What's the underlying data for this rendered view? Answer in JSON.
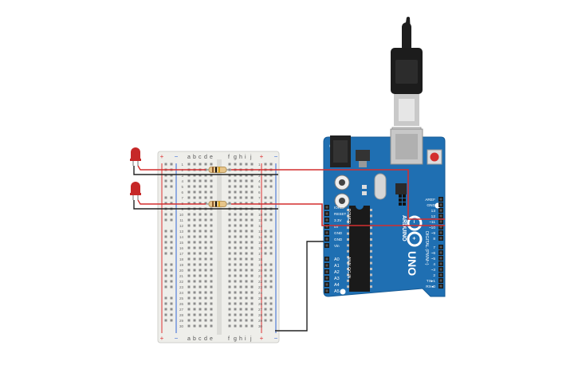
{
  "breadboard": {
    "col_letters_left": [
      "a",
      "b",
      "c",
      "d",
      "e"
    ],
    "col_letters_right": [
      "f",
      "g",
      "h",
      "i",
      "j"
    ],
    "row_count": 30,
    "rail_plus": "+",
    "rail_minus": "−"
  },
  "arduino": {
    "brand": "ARDUINO",
    "model": "UNO",
    "digital_label": "DIGITAL (PWM~)",
    "power_label": "POWER",
    "analog_label": "ANALOG IN",
    "power_pins": [
      "IOREF",
      "RESET",
      "3.3V",
      "5V",
      "GND",
      "GND",
      "Vin"
    ],
    "analog_pins": [
      "A0",
      "A1",
      "A2",
      "A3",
      "A4",
      "A5"
    ],
    "digital_top_labels": [
      "AREF",
      "GND",
      "13",
      "12",
      "~11",
      "~10",
      "~9",
      "8"
    ],
    "digital_bottom_labels": [
      "7",
      "~6",
      "~5",
      "4",
      "~3",
      "2",
      "TX▸1",
      "RX◂0"
    ],
    "board_color": "#1f6fb2"
  },
  "components": {
    "leds": [
      {
        "color": "#c62828"
      },
      {
        "color": "#c62828"
      }
    ],
    "resistors": [
      {
        "bands": [
          "#8d5a2b",
          "#111111",
          "#d4a017"
        ]
      },
      {
        "bands": [
          "#8d5a2b",
          "#111111",
          "#d4a017"
        ]
      }
    ]
  },
  "wires": {
    "signal_color": "#d32f2f",
    "ground_color": "#222222"
  },
  "usb_cable": {
    "color": "#1e1e1e"
  }
}
